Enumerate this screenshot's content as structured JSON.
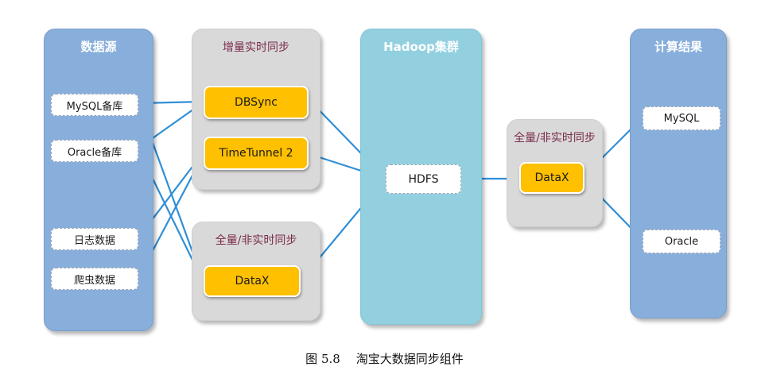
{
  "columns": {
    "sources": {
      "title": "数据源",
      "items": [
        "MySQL备库",
        "Oracle备库",
        "日志数据",
        "爬虫数据"
      ]
    },
    "realtime": {
      "title": "增量实时同步",
      "items": [
        "DBSync",
        "TimeTunnel 2"
      ]
    },
    "batch_left": {
      "title": "全量/非实时同步",
      "items": [
        "DataX"
      ]
    },
    "hadoop": {
      "title": "Hadoop集群",
      "items": [
        "HDFS"
      ]
    },
    "batch_right": {
      "title": "全量/非实时同步",
      "items": [
        "DataX"
      ]
    },
    "results": {
      "title": "计算结果",
      "items": [
        "MySQL",
        "Oracle"
      ]
    }
  },
  "colors": {
    "source_panel": "#88aedb",
    "sync_panel": "#d9d9d9",
    "hadoop_panel": "#92d0e0",
    "tool_node": "#ffc000",
    "arrow": "#2f8fd6",
    "sync_title": "#7a2a4a"
  },
  "caption": {
    "figure_no": "图 5.8",
    "text": "淘宝大数据同步组件"
  }
}
